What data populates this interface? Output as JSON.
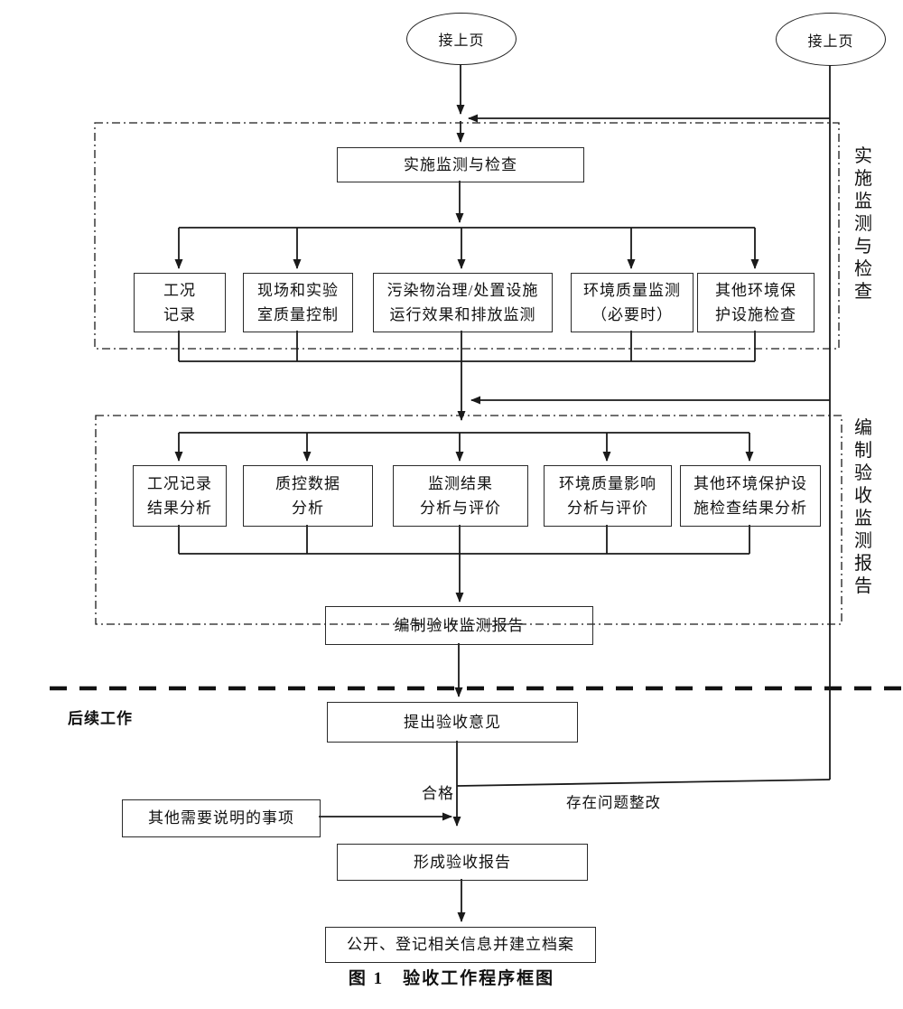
{
  "colors": {
    "line": "#1a1a1a",
    "background": "#ffffff"
  },
  "connectors": {
    "left": "接上页",
    "right": "接上页"
  },
  "section1": {
    "side_label": "实\n施\n监\n测\n与\n检\n查",
    "entry_box": "实施监测与检查",
    "boxes": [
      "工况\n记录",
      "现场和实验\n室质量控制",
      "污染物治理/处置设施\n运行效果和排放监测",
      "环境质量监测\n（必要时）",
      "其他环境保\n护设施检查"
    ]
  },
  "section2": {
    "side_label": "编\n制\n验\n收\n监\n测\n报\n告",
    "boxes": [
      "工况记录\n结果分析",
      "质控数据\n分析",
      "监测结果\n分析与评价",
      "环境质量影响\n分析与评价",
      "其他环境保护设\n施检查结果分析"
    ],
    "output_box": "编制验收监测报告"
  },
  "followup": {
    "label": "后续工作",
    "opinion_box": "提出验收意见",
    "qualified_label": "合格",
    "rectify_label": "存在问题整改",
    "other_box": "其他需要说明的事项",
    "form_box": "形成验收报告",
    "publish_box": "公开、登记相关信息并建立档案"
  },
  "caption": "图 1　验收工作程序框图"
}
